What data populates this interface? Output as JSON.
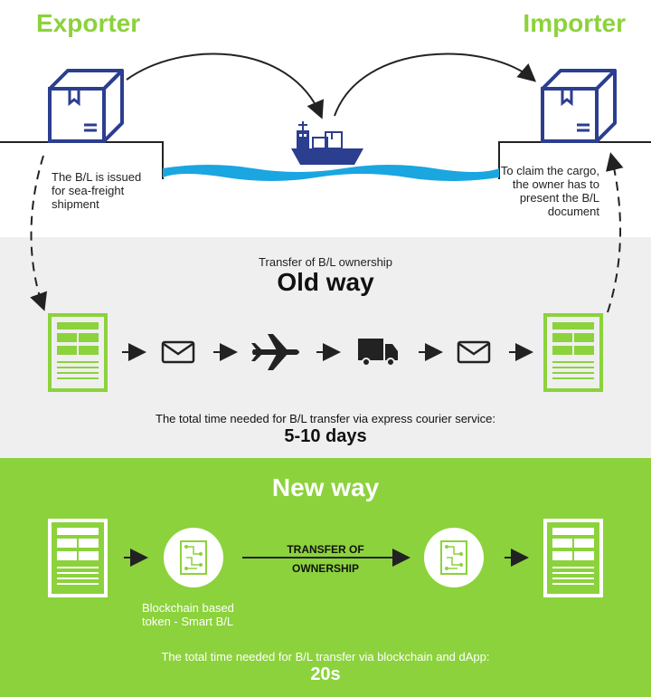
{
  "header": {
    "exporter_label": "Exporter",
    "importer_label": "Importer"
  },
  "notes": {
    "issued_text": "The B/L is issued for sea-freight shipment",
    "claim_text": "To claim the cargo, the owner has to present the B/L document"
  },
  "old_way": {
    "subtitle": "Transfer of B/L ownership",
    "title": "Old way",
    "time_text": "The total time needed for B/L transfer via express courier service:",
    "time_value": "5-10 days"
  },
  "new_way": {
    "title": "New way",
    "transfer_label_line1": "TRANSFER OF",
    "transfer_label_line2": "OWNERSHIP",
    "token_label_line1": "Blockchain based",
    "token_label_line2": "token - Smart B/L",
    "time_text": "The total time needed for B/L transfer via blockchain and dApp:",
    "time_value": "20s"
  },
  "colors": {
    "green": "#8cd23c",
    "navy": "#2c3e8f",
    "water": "#1aa6e0",
    "gray_band": "#efefef"
  },
  "icons": [
    "box-icon",
    "ship-icon",
    "document-icon",
    "envelope-icon",
    "airplane-icon",
    "truck-icon",
    "token-icon",
    "arrow-icon"
  ]
}
